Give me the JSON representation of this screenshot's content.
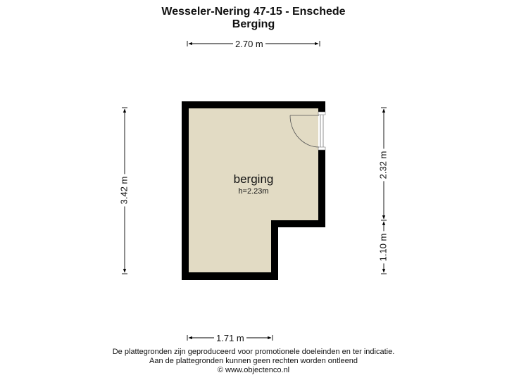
{
  "header": {
    "title": "Wesseler-Nering 47-15 - Enschede",
    "subtitle": "Berging"
  },
  "room": {
    "name": "berging",
    "height": "h=2.23m",
    "fill_color": "#e2dbc4",
    "wall_color": "#000000"
  },
  "dimensions": {
    "top": "2.70 m",
    "left": "3.42 m",
    "right_upper": "2.32 m",
    "right_lower": "1.10 m",
    "bottom": "1.71 m"
  },
  "footer": {
    "line1": "De plattegronden zijn geproduceerd voor promotionele doeleinden en ter indicatie.",
    "line2": "Aan de plattegronden kunnen geen rechten worden ontleend",
    "line3": "© www.objectenco.nl"
  }
}
